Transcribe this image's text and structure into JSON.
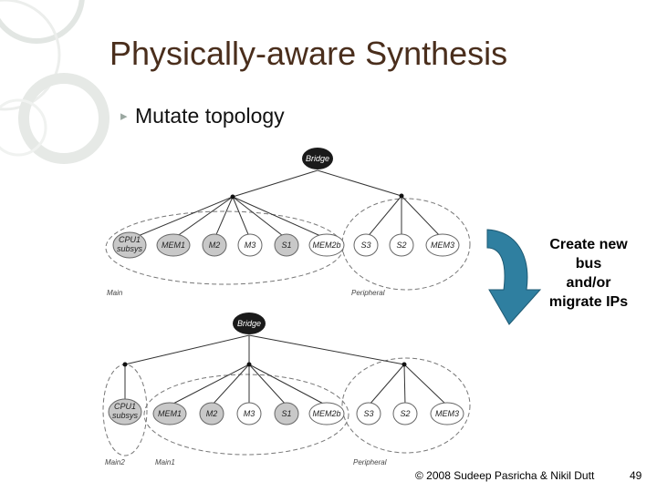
{
  "slide": {
    "title": "Physically-aware Synthesis",
    "bullet": "Mutate topology",
    "callout": [
      "Create new",
      "bus",
      "and/or",
      "migrate IPs"
    ],
    "footer": "© 2008 Sudeep Pasricha & Nikil Dutt",
    "page_number": "49"
  },
  "colors": {
    "title": "#4a2e1c",
    "arrow_fill": "#2f7fa0",
    "node_fill": "#c8c8c8",
    "bridge_fill": "#1a1a1a"
  },
  "icons": [
    "curved-arrow-icon",
    "bullet-icon"
  ],
  "top_diagram": {
    "bridge": "Bridge",
    "main_nodes": [
      "CPU1 subsys",
      "MEM1",
      "M2",
      "M3",
      "S1",
      "MEM2b"
    ],
    "peripheral_nodes": [
      "S3",
      "S2",
      "MEM3"
    ],
    "group_labels": [
      "Main",
      "Peripheral"
    ]
  },
  "bottom_diagram": {
    "bridge": "Bridge",
    "main2_nodes": [
      "CPU1 subsys"
    ],
    "main1_nodes": [
      "MEM1",
      "M2",
      "M3",
      "S1",
      "MEM2b"
    ],
    "peripheral_nodes": [
      "S3",
      "S2",
      "MEM3"
    ],
    "group_labels": [
      "Main2",
      "Main1",
      "Peripheral"
    ]
  }
}
